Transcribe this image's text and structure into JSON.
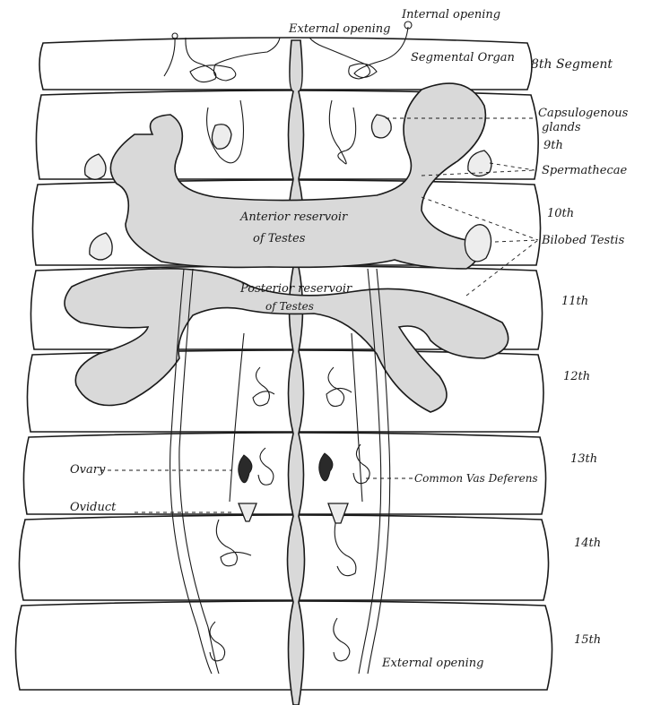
{
  "labels": {
    "internal_opening": "Internal opening",
    "external_opening_top": "External opening",
    "segmental_organ": "Segmental Organ",
    "segment_8": "8th Segment",
    "capsulogenous_glands_1": "Capsulogenous",
    "capsulogenous_glands_2": "glands",
    "segment_9": "9th",
    "spermathecae": "Spermathecae",
    "segment_10": "10th",
    "anterior_reservoir_1": "Anterior reservoir",
    "anterior_reservoir_2": "of Testes",
    "bilobed_testis": "Bilobed Testis",
    "posterior_reservoir_1": "Posterior reservoir",
    "posterior_reservoir_2": "of Testes",
    "segment_11": "11th",
    "segment_12": "12th",
    "segment_13": "13th",
    "ovary": "Ovary",
    "oviduct": "Oviduct",
    "common_vas_deferens": "Common Vas Deferens",
    "segment_14": "14th",
    "segment_15": "15th",
    "external_opening_bottom": "External opening"
  },
  "colors": {
    "ink": "#1a1a1a",
    "organ_fill": "#d9d9d9",
    "paper": "#ffffff"
  }
}
